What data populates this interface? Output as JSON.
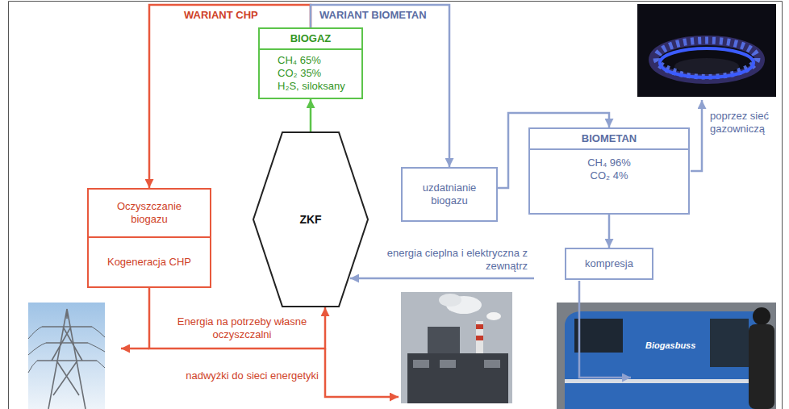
{
  "diagram": {
    "nodes": [
      {
        "text": [
          "BIOGAZ",
          "CH₄ 65%",
          "CO₂ 35%",
          "H₂S, siloksany"
        ]
      },
      {
        "text": [
          "Oczyszczanie biogazu",
          "Kogeneracja CHP"
        ]
      },
      {
        "text": [
          "ZKF"
        ]
      },
      {
        "text": [
          "uzdatnianie biogazu"
        ]
      },
      {
        "text": [
          "BIOMETAN",
          "CH₄ 96%",
          "CO₂ 4%"
        ]
      },
      {
        "text": [
          "kompresja"
        ]
      }
    ],
    "edges": [
      {
        "from": 0,
        "to": 1,
        "arrow": "to",
        "label": "WARIANT CHP"
      },
      {
        "from": 0,
        "to": 3,
        "arrow": "to",
        "label": "WARIANT BIOMETAN"
      },
      {
        "from": 2,
        "to": 0,
        "arrow": "to"
      },
      {
        "from": 3,
        "to": 4,
        "arrow": "to"
      },
      {
        "from": 4,
        "to": 5,
        "arrow": "to"
      },
      {
        "from": 1,
        "to": 2,
        "arrow": "to",
        "label": "Energia na potrzeby własne oczyszczalni"
      }
    ],
    "labels": [
      "energia cieplna i elektryczna z zewnątrz",
      "poprzez sieć gazowniczą",
      "nadwyżki do sieci energetyki",
      "Biogasbuss"
    ]
  }
}
